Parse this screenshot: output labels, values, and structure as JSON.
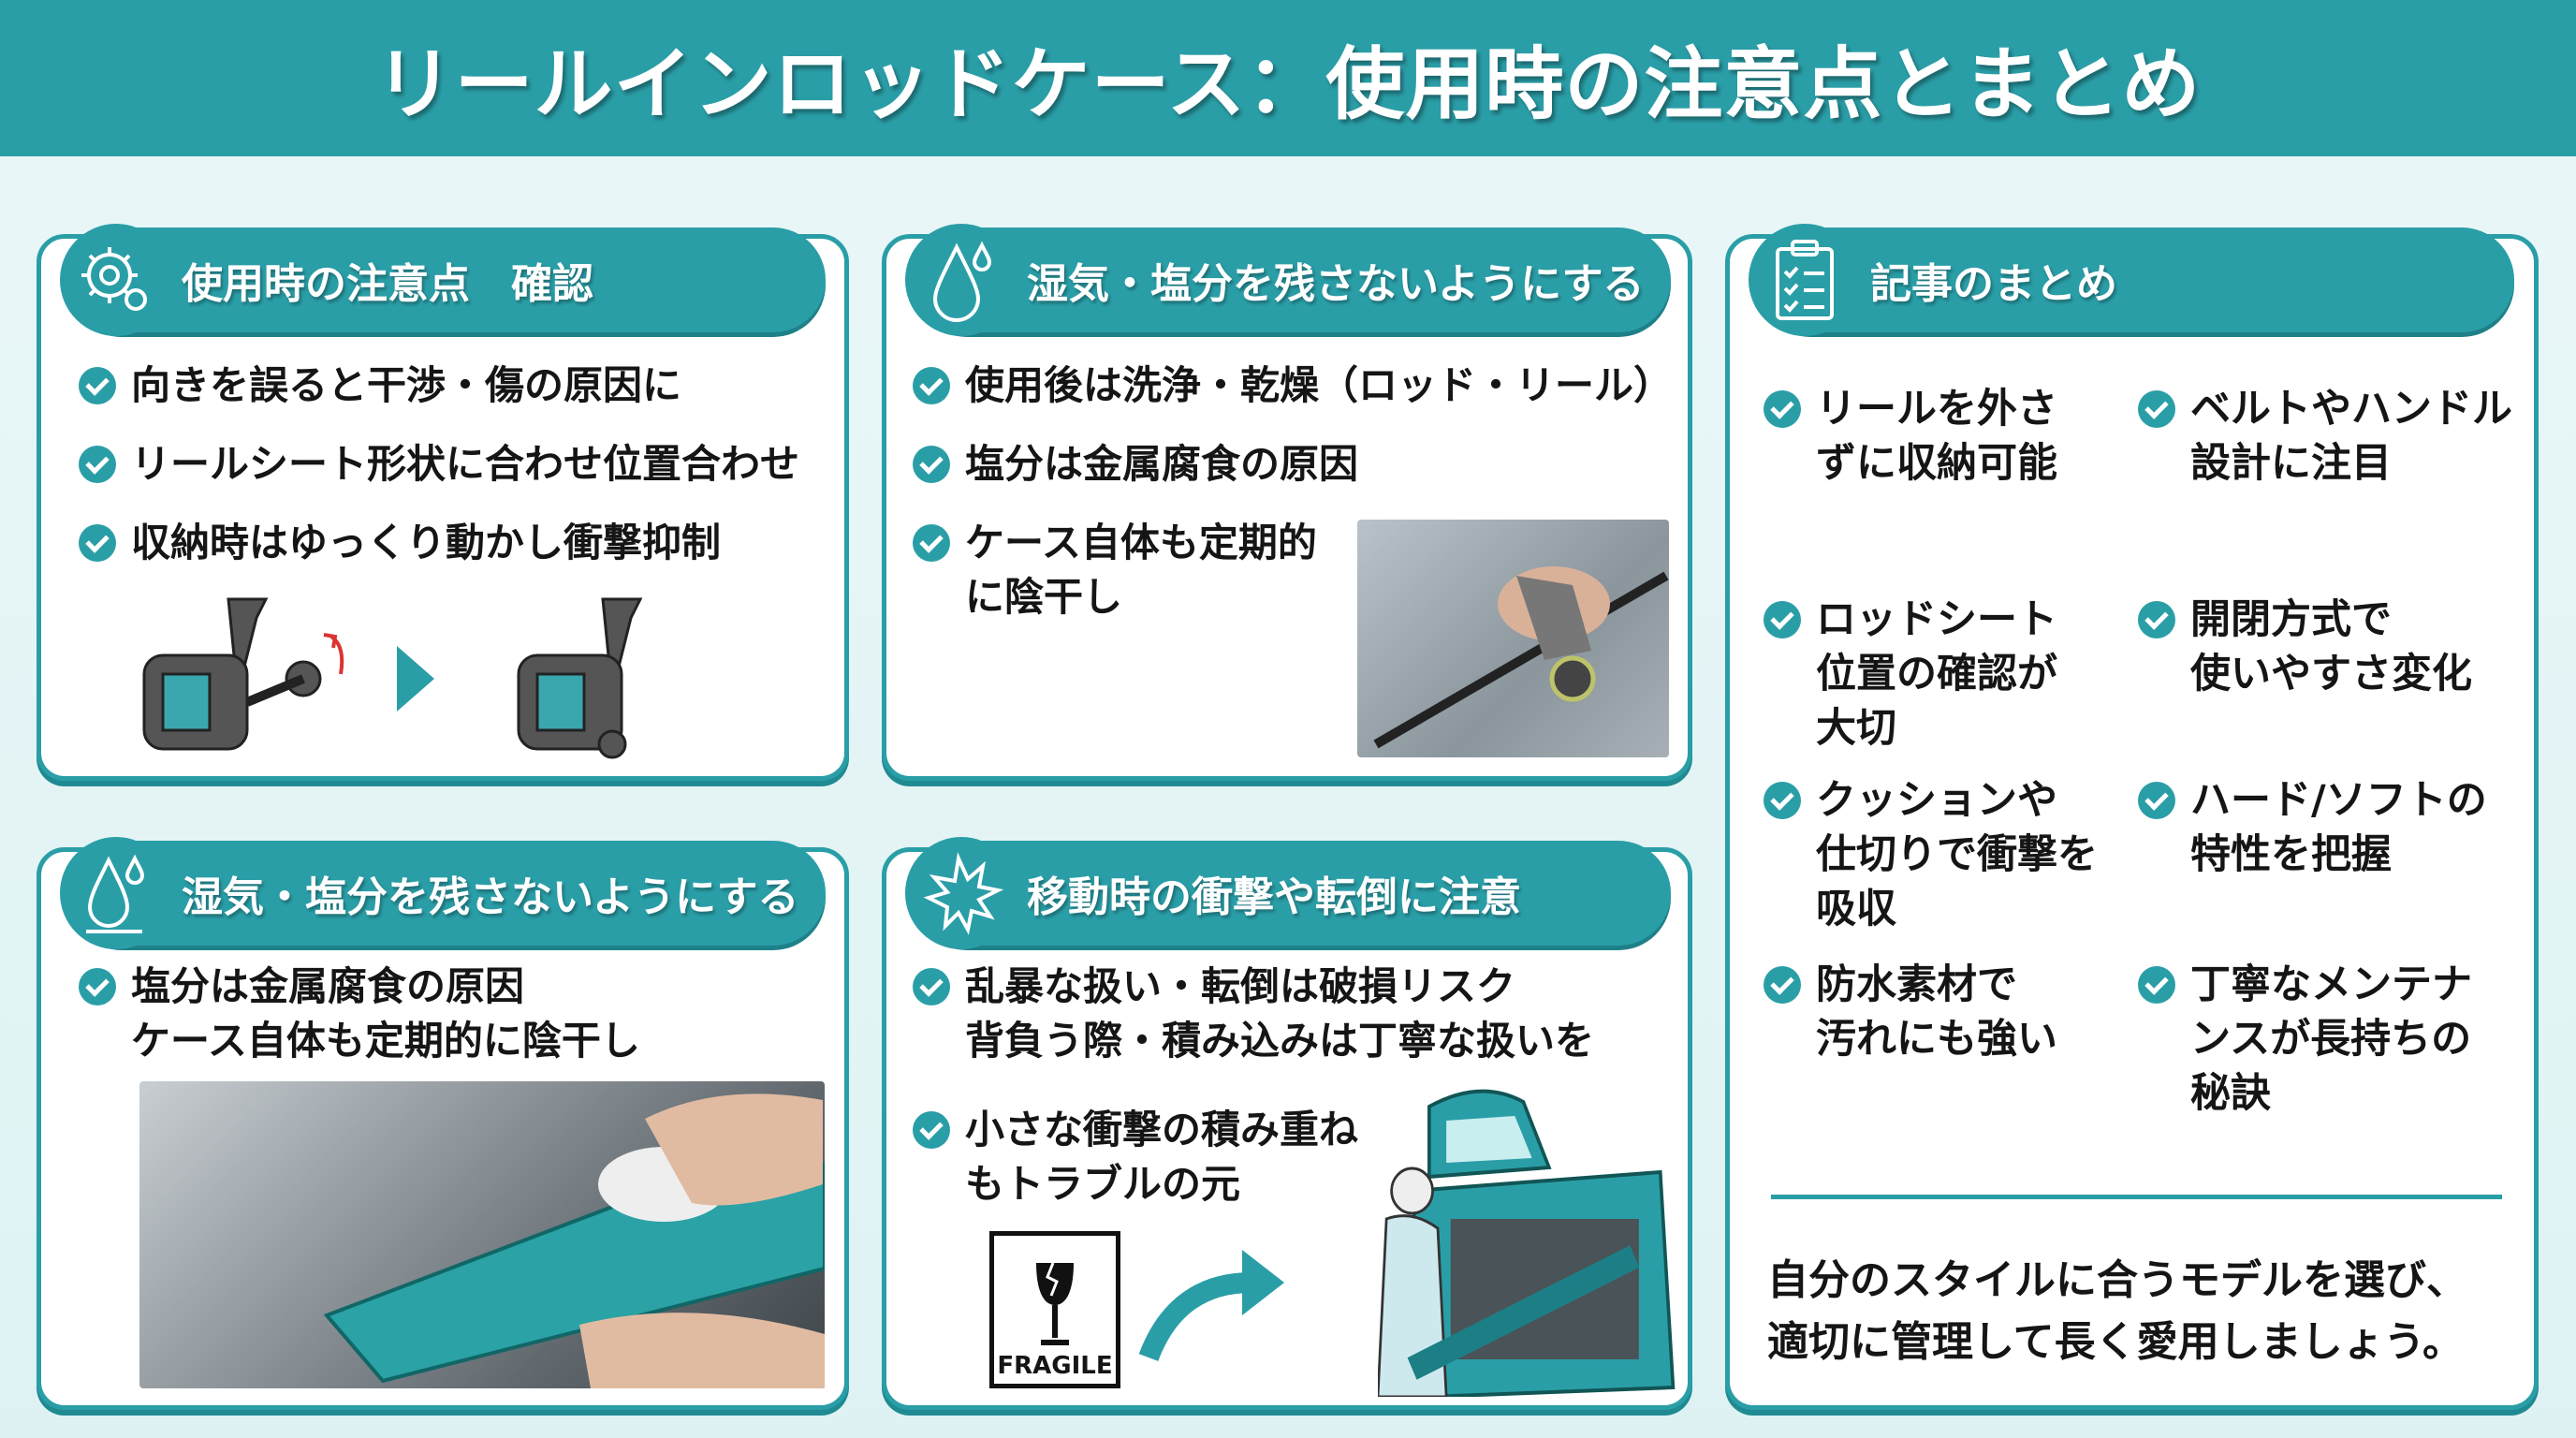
{
  "title": "リールインロッドケース：使用時の注意点とまとめ",
  "colors": {
    "accent": "#2a9ea7",
    "background": "#eaf7f8"
  },
  "panels": {
    "usage": {
      "title": "使用時の注意点　確認",
      "icon": "gear-icon",
      "bullets": [
        "向きを誤ると干渉・傷の原因に",
        "リールシート形状に合わせ位置合わせ",
        "収納時はゆっくり動かし衝撃抑制"
      ]
    },
    "moisture_top": {
      "title": "湿気・塩分を残さないようにする",
      "icon": "water-drop-icon",
      "bullets": [
        "使用後は洗浄・乾燥（ロッド・リール）",
        "塩分は金属腐食の原因",
        "ケース自体も定期的\nに陰干し"
      ]
    },
    "summary": {
      "title": "記事のまとめ",
      "icon": "clipboard-checklist-icon",
      "items": [
        "リールを外さ\nずに収納可能",
        "ベルトやハンドル\n設計に注目",
        "ロッドシート\n位置の確認が\n大切",
        "開閉方式で\n使いやすさ変化",
        "クッションや\n仕切りで衝撃を\n吸収",
        "ハード/ソフトの\n特性を把握",
        "防水素材で\n汚れにも強い",
        "丁寧なメンテナ\nンスが長持ちの\n秘訣"
      ],
      "closing": "自分のスタイルに合うモデルを選び、\n適切に管理して長く愛用しましょう。"
    },
    "moisture_bottom": {
      "title": "湿気・塩分を残さないようにする",
      "icon": "water-drop-icon",
      "bullets": [
        "塩分は金属腐食の原因\nケース自体も定期的に陰干し"
      ]
    },
    "impact": {
      "title": "移動時の衝撃や転倒に注意",
      "icon": "impact-burst-icon",
      "bullets": [
        "乱暴な扱い・転倒は破損リスク\n背負う際・積み込みは丁寧な扱いを",
        "小さな衝撃の積み重ね\nもトラブルの元"
      ],
      "fragile_label": "FRAGILE"
    }
  }
}
